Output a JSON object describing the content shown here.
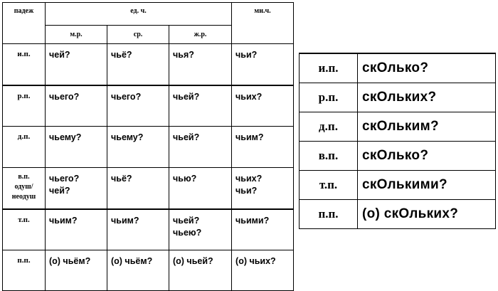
{
  "left_table": {
    "header": {
      "case_col": "падеж",
      "singular": "ед. ч.",
      "plural": "мн.ч.",
      "genders": [
        "м.р.",
        "ср.",
        "ж.р."
      ]
    },
    "rows": [
      {
        "case": "и.п.",
        "m": "чей?",
        "n": "чьё?",
        "f": "чья?",
        "pl": "чьи?"
      },
      {
        "case": "р.п.",
        "m": "чьего?",
        "n": "чьего?",
        "f": "чьей?",
        "pl": "чьих?"
      },
      {
        "case": "д.п.",
        "m": "чьему?",
        "n": "чьему?",
        "f": "чьей?",
        "pl": "чьим?"
      },
      {
        "case": "в.п.\nодуш/\nнеодуш",
        "m": "чьего?\nчей?",
        "n": "чьё?",
        "f": "чью?",
        "pl": "чьих?\nчьи?"
      },
      {
        "case": "т.п.",
        "m": "чьим?",
        "n": "чьим?",
        "f": "чьей?\nчьею?",
        "pl": "чьими?"
      },
      {
        "case": "п.п.",
        "m": "(о) чьём?",
        "n": "(о) чьём?",
        "f": "(о) чьей?",
        "pl": "(о) чьих?"
      }
    ]
  },
  "right_table": {
    "rows": [
      {
        "case": "и.п.",
        "word": "скОлько?"
      },
      {
        "case": "р.п.",
        "word": "скОльких?"
      },
      {
        "case": "д.п.",
        "word": "скОльким?"
      },
      {
        "case": "в.п.",
        "word": "скОлько?"
      },
      {
        "case": "т.п.",
        "word": "скОлькими?"
      },
      {
        "case": "п.п.",
        "word": "(о) скОльких?"
      }
    ]
  }
}
